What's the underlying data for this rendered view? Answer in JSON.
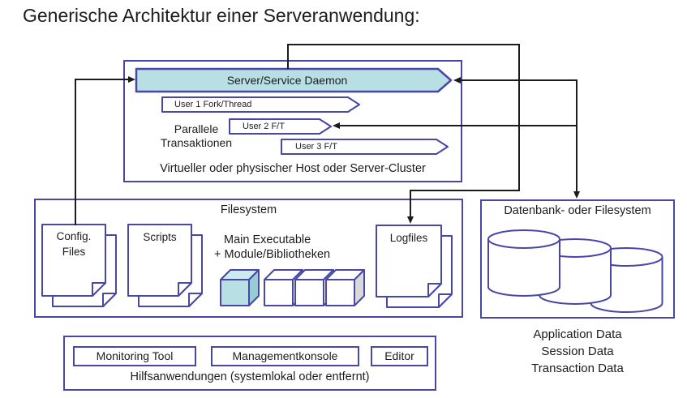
{
  "title": "Generische Architektur einer Serveranwendung:",
  "colors": {
    "border_blue": "#4747a5",
    "teal_fill": "#b8dfe4",
    "teal_top": "#cdeaee",
    "teal_side": "#96ccd4",
    "gray_side": "#d9d9d9",
    "line_black": "#1c1c1c"
  },
  "host": {
    "daemon": "Server/Service Daemon",
    "user1": "User 1 Fork/Thread",
    "user2": "User 2 F/T",
    "user3": "User 3 F/T",
    "parallel_line1": "Parallele",
    "parallel_line2": "Transaktionen",
    "caption": "Virtueller oder physischer Host oder Server-Cluster"
  },
  "filesystem": {
    "title": "Filesystem",
    "config_line1": "Config.",
    "config_line2": "Files",
    "scripts": "Scripts",
    "main_line1": "Main Executable",
    "main_line2": "+ Module/Bibliotheken",
    "logfiles": "Logfiles"
  },
  "database": {
    "title": "Datenbank- oder Filesystem",
    "caption": [
      "Application Data",
      "Session Data",
      "Transaction Data"
    ]
  },
  "tools": {
    "monitoring": "Monitoring Tool",
    "management": "Managementkonsole",
    "editor": "Editor",
    "caption": "Hilfsanwendungen (systemlokal oder entfernt)"
  }
}
